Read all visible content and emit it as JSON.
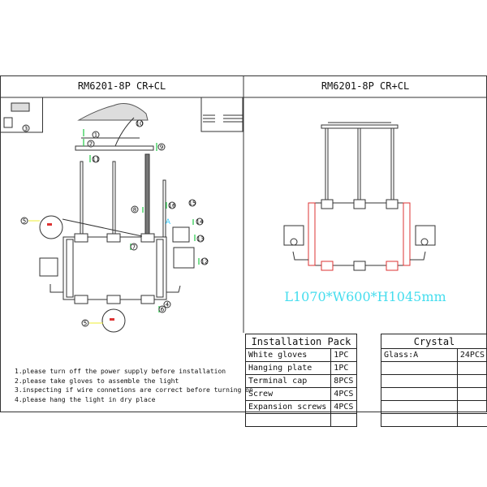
{
  "left_panel": {
    "title": "RM6201-8P CR+CL",
    "callouts": [
      "1",
      "2",
      "3",
      "4",
      "5",
      "6",
      "7",
      "8",
      "9",
      "10",
      "11",
      "12",
      "13",
      "14",
      "15",
      "16",
      "5"
    ],
    "bulb_label": "A",
    "notes": [
      "1.please turn off the power supply before installation",
      "2.please take gloves to assemble the light",
      "3.inspecting if wire connetions are correct before turning on",
      "4.please hang the light in dry place"
    ]
  },
  "right_panel": {
    "title": "RM6201-8P CR+CL",
    "dimensions": "L1070*W600*H1045mm"
  },
  "installation_pack": {
    "header": "Installation Pack",
    "rows": [
      [
        "White gloves",
        "1PC"
      ],
      [
        "Hanging plate",
        "1PC"
      ],
      [
        "Terminal cap",
        "8PCS"
      ],
      [
        "Screw",
        "4PCS"
      ],
      [
        "Expansion screws",
        "4PCS"
      ],
      [
        "",
        ""
      ]
    ]
  },
  "crystal": {
    "header": "Crystal",
    "rows": [
      [
        "Glass:A",
        "24PCS"
      ],
      [
        "",
        ""
      ],
      [
        "",
        ""
      ],
      [
        "",
        ""
      ],
      [
        "",
        ""
      ],
      [
        "",
        ""
      ]
    ]
  },
  "colors": {
    "line": "#222222",
    "accent_red": "#dd3333",
    "dimension_cyan": "#44ddee",
    "arrow_green": "#33cc55"
  }
}
